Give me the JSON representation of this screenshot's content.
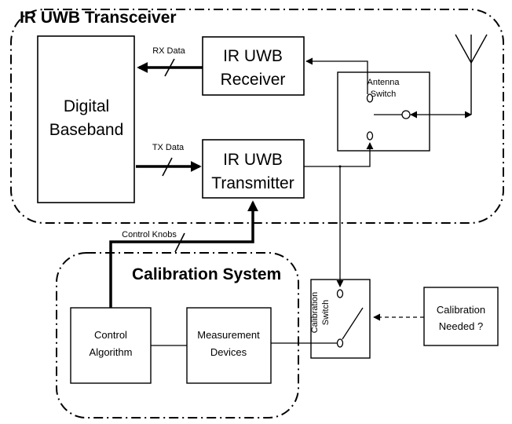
{
  "transceiver": {
    "title": "IR UWB Transceiver",
    "baseband": [
      "Digital",
      "Baseband"
    ],
    "receiver": [
      "IR UWB",
      "Receiver"
    ],
    "transmitter": [
      "IR UWB",
      "Transmitter"
    ],
    "antenna_switch": [
      "Antenna",
      "Switch"
    ],
    "rx_data": "RX Data",
    "tx_data": "TX Data"
  },
  "calibration": {
    "title": "Calibration System",
    "control_knobs": "Control Knobs",
    "control_algorithm": [
      "Control",
      "Algorithm"
    ],
    "measurement_devices": [
      "Measurement",
      "Devices"
    ],
    "calibration_switch": [
      "Calibration",
      "Switch"
    ],
    "calibration_needed": [
      "Calibration",
      "Needed ?"
    ]
  }
}
